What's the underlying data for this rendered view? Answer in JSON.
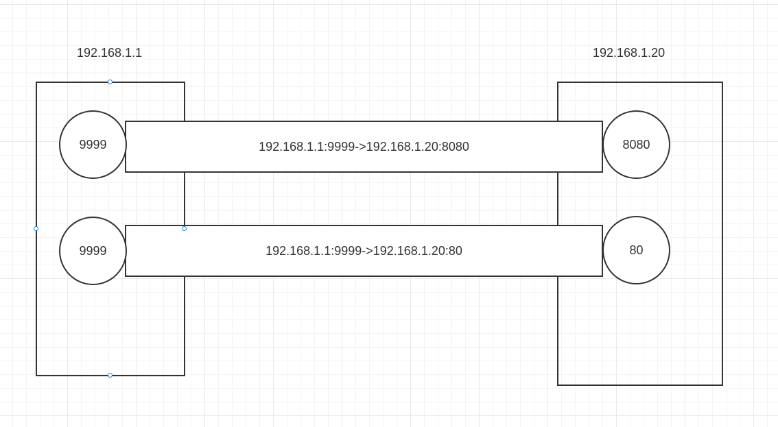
{
  "hosts": {
    "left": {
      "label": "192.168.1.1"
    },
    "right": {
      "label": "192.168.1.20"
    }
  },
  "connections": [
    {
      "local_port": "9999",
      "remote_port": "8080",
      "label": "192.168.1.1:9999->192.168.1.20:8080"
    },
    {
      "local_port": "9999",
      "remote_port": "80",
      "label": "192.168.1.1:9999->192.168.1.20:80"
    }
  ],
  "colors": {
    "stroke": "#333333",
    "grid": "#e9e9e9",
    "selection_handle": "#1e88e5"
  }
}
